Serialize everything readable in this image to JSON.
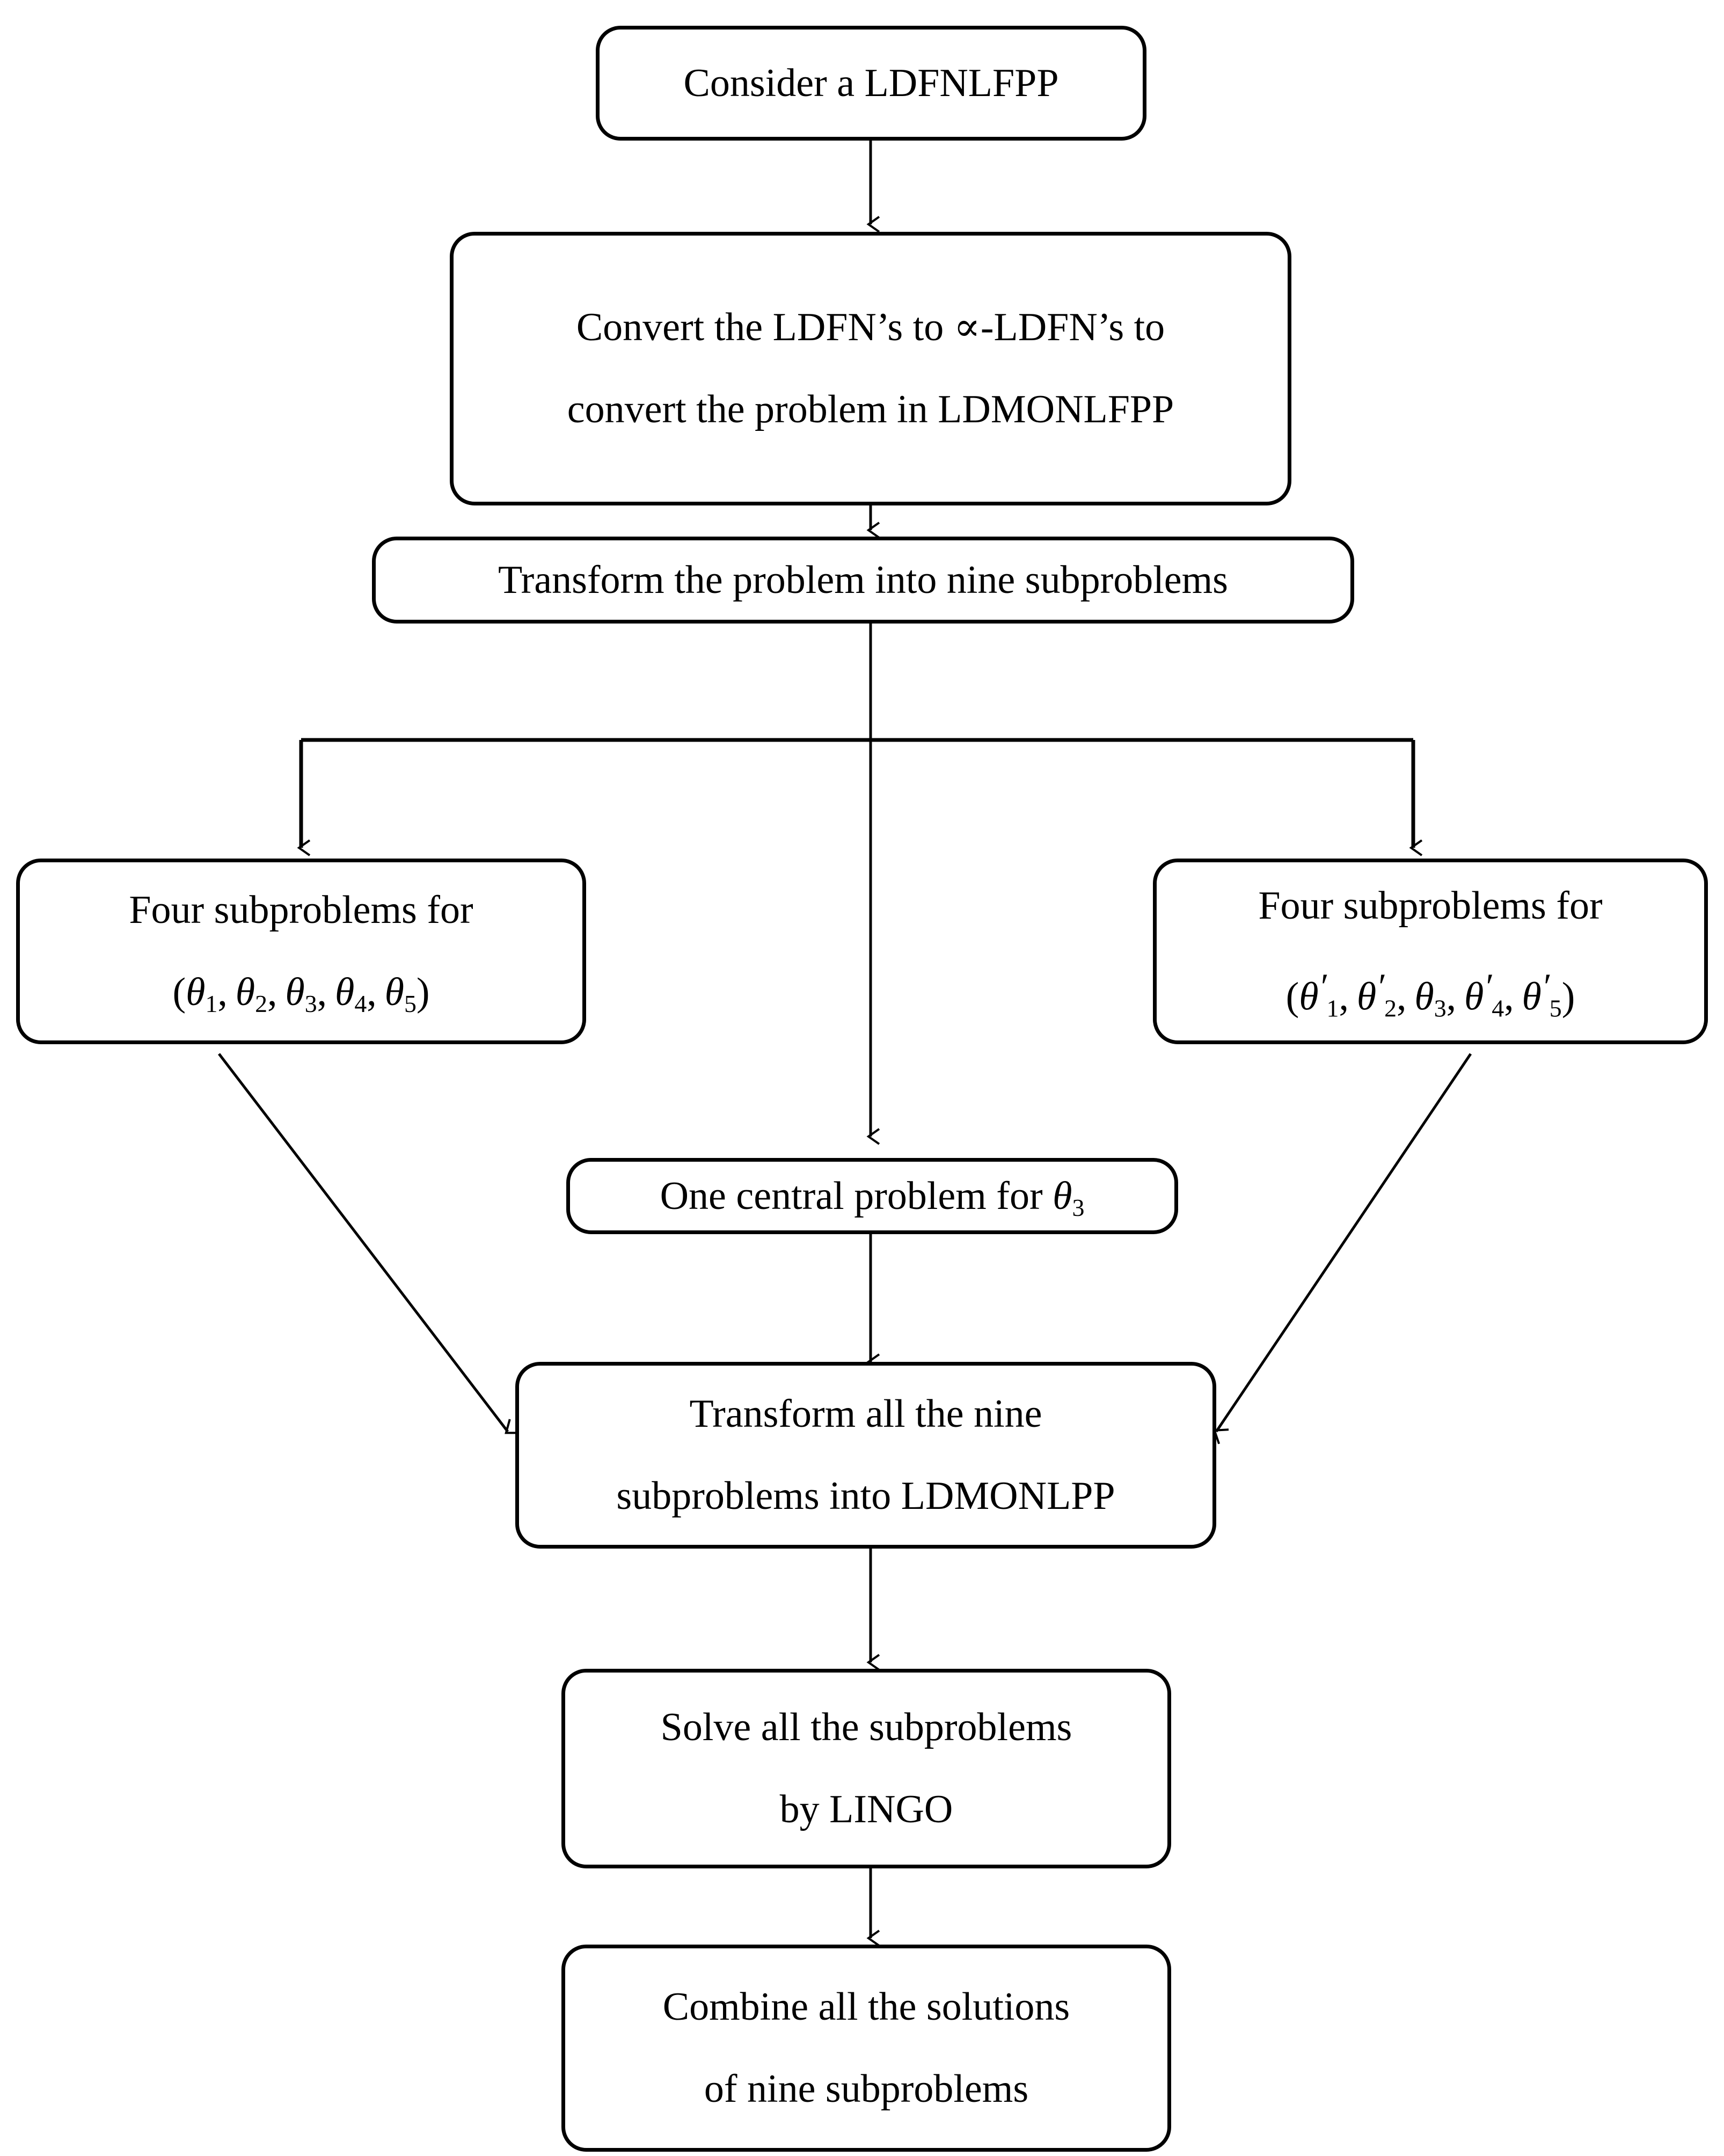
{
  "diagram": {
    "type": "flowchart",
    "title": "",
    "orientation": "top-to-bottom",
    "background_color": "#ffffff",
    "line_color": "#000000",
    "text_color": "#000000",
    "nodes": [
      {
        "id": "n1",
        "name": "consider-problem",
        "shape": "rounded-rectangle",
        "lines": [
          "Consider a LDFNLFPP"
        ]
      },
      {
        "id": "n2",
        "name": "convert-ldfn",
        "shape": "rounded-rectangle",
        "lines": [
          "Convert the LDFN’s to ∝-LDFN’s to",
          "convert the problem in LDMONLFPP"
        ]
      },
      {
        "id": "n3",
        "name": "transform-nine-subproblems",
        "shape": "rounded-rectangle",
        "lines": [
          "Transform the problem into nine subproblems"
        ]
      },
      {
        "id": "n4",
        "name": "four-subproblems-left",
        "shape": "rounded-rectangle",
        "lines": [
          "Four subproblems for"
        ],
        "math_line": "(θ₁, θ₂, θ₃, θ₄, θ₅)"
      },
      {
        "id": "n5",
        "name": "four-subproblems-right",
        "shape": "rounded-rectangle",
        "lines": [
          "Four subproblems for"
        ],
        "math_line": "(θ′₁, θ′₂, θ₃, θ′₄, θ′₅)"
      },
      {
        "id": "n6",
        "name": "one-central-problem",
        "shape": "rounded-rectangle",
        "lines": [
          "One central problem for θ₃"
        ]
      },
      {
        "id": "n7",
        "name": "transform-all-nine-ldmonlpp",
        "shape": "rounded-rectangle",
        "lines": [
          "Transform all the nine",
          "subproblems into LDMONLPP"
        ]
      },
      {
        "id": "n8",
        "name": "solve-by-lingo",
        "shape": "rounded-rectangle",
        "lines": [
          "Solve all the subproblems",
          "by LINGO"
        ]
      },
      {
        "id": "n9",
        "name": "combine-solutions",
        "shape": "rounded-rectangle",
        "lines": [
          "Combine all the solutions",
          "of nine subproblems"
        ]
      }
    ],
    "edges": [
      {
        "from": "n1",
        "to": "n2",
        "style": "straight-arrow"
      },
      {
        "from": "n2",
        "to": "n3",
        "style": "straight-arrow"
      },
      {
        "from": "n3",
        "to": "n4",
        "style": "elbow-arrow-left"
      },
      {
        "from": "n3",
        "to": "n5",
        "style": "elbow-arrow-right"
      },
      {
        "from": "n3",
        "to": "n6",
        "style": "straight-arrow"
      },
      {
        "from": "n6",
        "to": "n7",
        "style": "straight-arrow"
      },
      {
        "from": "n4",
        "to": "n7",
        "style": "diagonal-arrow"
      },
      {
        "from": "n5",
        "to": "n7",
        "style": "diagonal-arrow"
      },
      {
        "from": "n7",
        "to": "n8",
        "style": "straight-arrow"
      },
      {
        "from": "n8",
        "to": "n9",
        "style": "straight-arrow"
      }
    ]
  },
  "nodes_text": {
    "n1_l1": "Consider a LDFNLFPP",
    "n2_l1": "Convert the LDFN’s to ∝-LDFN’s to",
    "n2_l2": "convert the problem in LDMONLFPP",
    "n3_l1": "Transform the problem into nine subproblems",
    "n4_l1": "Four subproblems for",
    "n5_l1": "Four subproblems for",
    "n6_pre": "One central problem for ",
    "n7_l1": "Transform all the nine",
    "n7_l2": "subproblems into LDMONLPP",
    "n8_l1": "Solve all the subproblems",
    "n8_l2": "by LINGO",
    "n9_l1": "Combine all the solutions",
    "n9_l2": "of nine subproblems"
  },
  "symbols": {
    "theta": "θ",
    "proportional": "∝",
    "prime": "′",
    "open_paren": "(",
    "close_paren": ")",
    "comma": ", ",
    "sub1": "1",
    "sub2": "2",
    "sub3": "3",
    "sub4": "4",
    "sub5": "5"
  }
}
